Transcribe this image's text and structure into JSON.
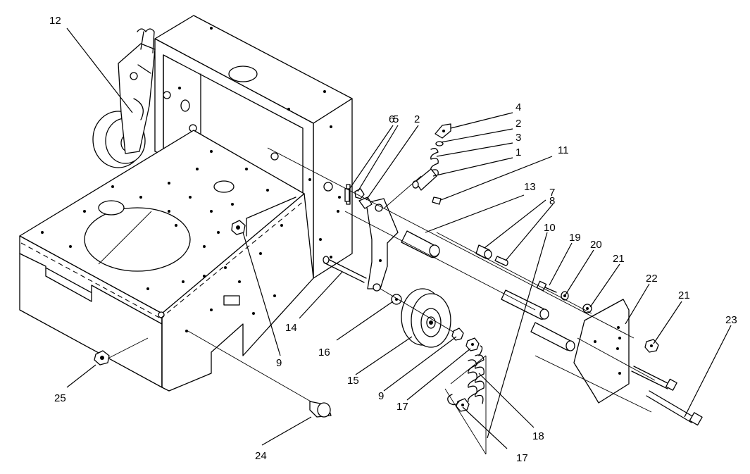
{
  "callouts": [
    {
      "key": "c12a",
      "text": "12"
    },
    {
      "key": "c6",
      "text": "6"
    },
    {
      "key": "c5",
      "text": "5"
    },
    {
      "key": "c2a",
      "text": "2"
    },
    {
      "key": "c4",
      "text": "4"
    },
    {
      "key": "c2b",
      "text": "2"
    },
    {
      "key": "c3",
      "text": "3"
    },
    {
      "key": "c1",
      "text": "1"
    },
    {
      "key": "c11",
      "text": "11"
    },
    {
      "key": "c13",
      "text": "13"
    },
    {
      "key": "c7",
      "text": "7"
    },
    {
      "key": "c8",
      "text": "8"
    },
    {
      "key": "c10",
      "text": "10"
    },
    {
      "key": "c19",
      "text": "19"
    },
    {
      "key": "c20",
      "text": "20"
    },
    {
      "key": "c21a",
      "text": "21"
    },
    {
      "key": "c22",
      "text": "22"
    },
    {
      "key": "c21b",
      "text": "21"
    },
    {
      "key": "c23",
      "text": "23"
    },
    {
      "key": "c14",
      "text": "14"
    },
    {
      "key": "c16",
      "text": "16"
    },
    {
      "key": "c9a",
      "text": "9"
    },
    {
      "key": "c15",
      "text": "15"
    },
    {
      "key": "c9b",
      "text": "9"
    },
    {
      "key": "c17a",
      "text": "17"
    },
    {
      "key": "c18",
      "text": "18"
    },
    {
      "key": "c17b",
      "text": "17"
    },
    {
      "key": "c24",
      "text": "24"
    },
    {
      "key": "c25",
      "text": "25"
    }
  ]
}
